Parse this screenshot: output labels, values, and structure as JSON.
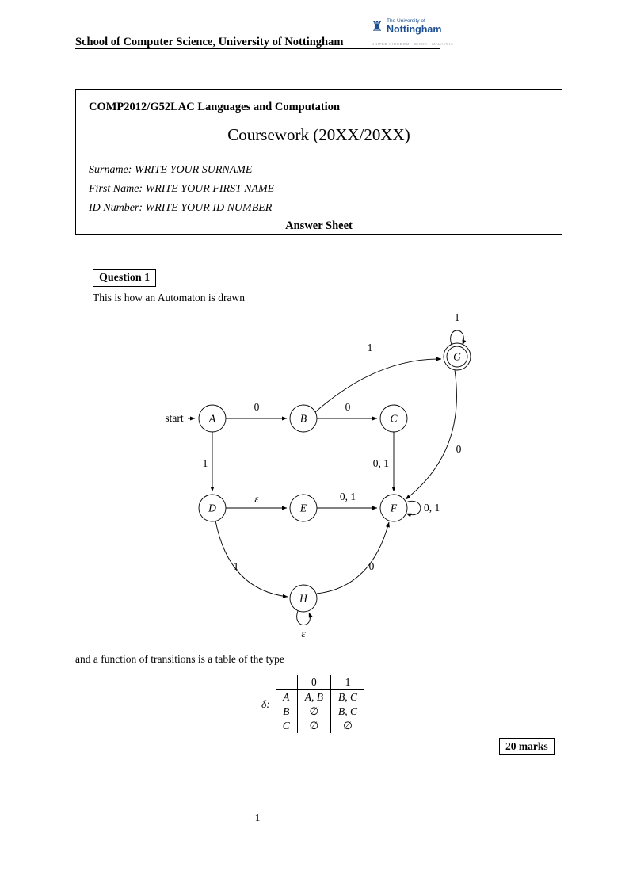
{
  "header": {
    "school": "School of Computer Science, University of Nottingham",
    "logo": {
      "line1": "The University of",
      "line2": "Nottingham",
      "line3": "UNITED KINGDOM · CHINA · MALAYSIA"
    }
  },
  "cover": {
    "course": "COMP2012/G52LAC Languages and Computation",
    "title": "Coursework (20XX/20XX)",
    "surname_label": "Surname:",
    "surname_value": "WRITE YOUR SURNAME",
    "firstname_label": "First Name:",
    "firstname_value": "WRITE YOUR FIRST NAME",
    "id_label": "ID Number:",
    "id_value": "WRITE YOUR ID NUMBER",
    "answer_sheet": "Answer Sheet"
  },
  "question1": {
    "label": "Question 1",
    "intro": "This is how an Automaton is drawn",
    "table_intro": "and a function of transitions is a table of the type",
    "marks": "20 marks"
  },
  "automaton": {
    "start_label": "start",
    "states": {
      "A": "A",
      "B": "B",
      "C": "C",
      "D": "D",
      "E": "E",
      "F": "F",
      "G": "G",
      "H": "H"
    },
    "edge_labels": {
      "a_b": "0",
      "b_c": "0",
      "b_g": "1",
      "g_loop": "1",
      "c_f": "0, 1",
      "g_f": "0",
      "a_d": "1",
      "d_e": "ε",
      "e_f": "0, 1",
      "f_loop": "0, 1",
      "d_h": "1",
      "h_f": "0",
      "h_loop": "ε"
    }
  },
  "transition_table": {
    "delta": "δ:",
    "col0": "0",
    "col1": "1",
    "rows": [
      {
        "state": "A",
        "c0": "A, B",
        "c1": "B, C"
      },
      {
        "state": "B",
        "c0": "∅",
        "c1": "B, C"
      },
      {
        "state": "C",
        "c0": "∅",
        "c1": "∅"
      }
    ]
  },
  "page": {
    "number": "1"
  }
}
